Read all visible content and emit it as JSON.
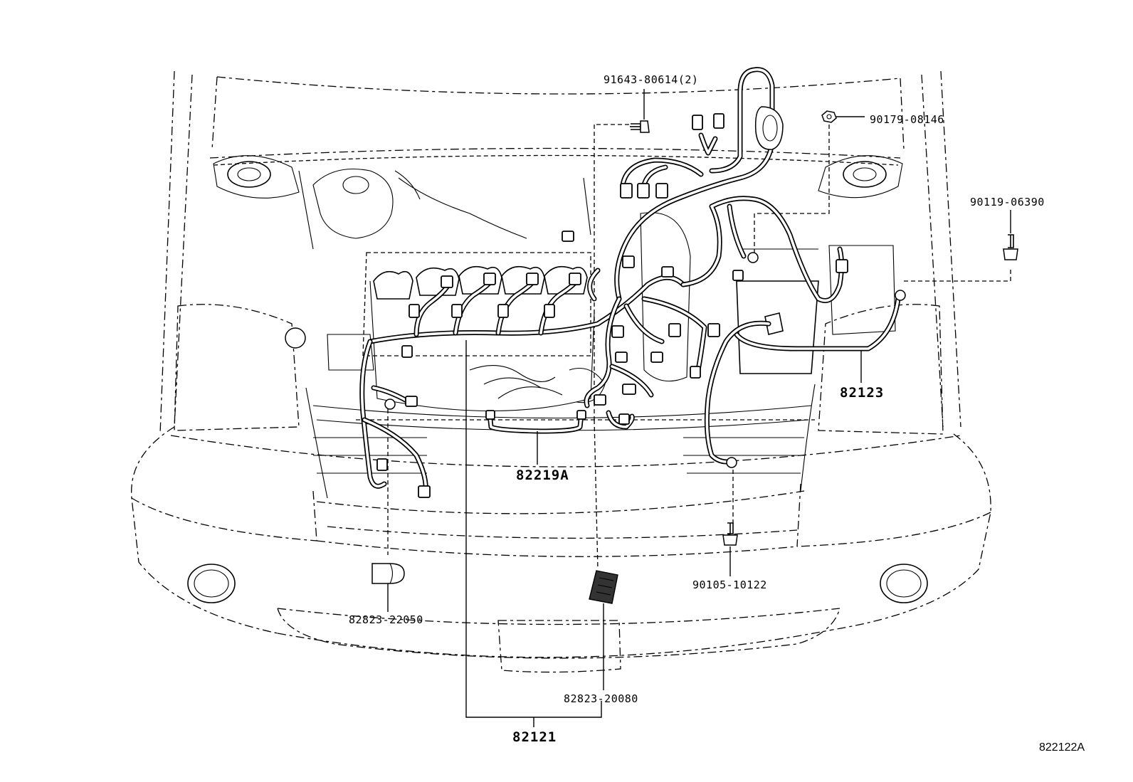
{
  "labels": {
    "grommet_clip": "91643-80614(2)",
    "nut_top_right": "90179-08146",
    "bolt_right": "90119-06390",
    "harness_right": "82123",
    "harness_injector": "82219A",
    "bolt_bottom": "90105-10122",
    "connector_left": "82823-22050",
    "connector_center": "82823-20080",
    "harness_main": "82121",
    "figure_code": "822122A"
  }
}
